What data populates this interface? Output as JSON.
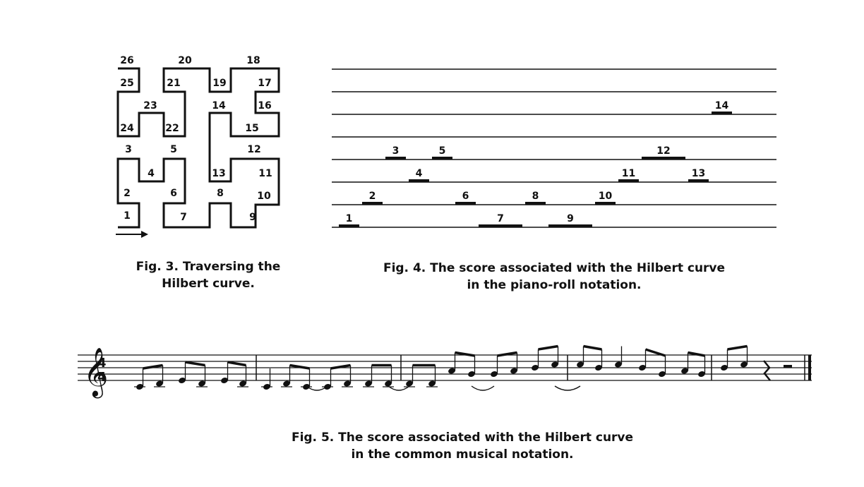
{
  "fig3": {
    "labels": [
      "1",
      "2",
      "3",
      "4",
      "5",
      "6",
      "7",
      "8",
      "9",
      "10",
      "11",
      "12",
      "13",
      "14",
      "15",
      "16",
      "17",
      "18",
      "19",
      "20",
      "21",
      "22",
      "23",
      "24",
      "25",
      "26"
    ],
    "caption": [
      "Fig. 3.  Traversing the",
      "Hilbert curve."
    ]
  },
  "fig4": {
    "notes": [
      {
        "label": "1",
        "start": 0,
        "dur": 1,
        "pitch": 0
      },
      {
        "label": "2",
        "start": 1,
        "dur": 1,
        "pitch": 1
      },
      {
        "label": "3",
        "start": 2,
        "dur": 1,
        "pitch": 3
      },
      {
        "label": "4",
        "start": 3,
        "dur": 1,
        "pitch": 2
      },
      {
        "label": "5",
        "start": 4,
        "dur": 1,
        "pitch": 3
      },
      {
        "label": "6",
        "start": 5,
        "dur": 1,
        "pitch": 1
      },
      {
        "label": "7",
        "start": 6,
        "dur": 2,
        "pitch": 0
      },
      {
        "label": "8",
        "start": 8,
        "dur": 1,
        "pitch": 1
      },
      {
        "label": "9",
        "start": 9,
        "dur": 2,
        "pitch": 0
      },
      {
        "label": "10",
        "start": 11,
        "dur": 1,
        "pitch": 1
      },
      {
        "label": "11",
        "start": 12,
        "dur": 1,
        "pitch": 2
      },
      {
        "label": "12",
        "start": 13,
        "dur": 2,
        "pitch": 3
      },
      {
        "label": "13",
        "start": 15,
        "dur": 1,
        "pitch": 2
      },
      {
        "label": "14",
        "start": 16,
        "dur": 1,
        "pitch": 5
      }
    ],
    "caption": [
      "Fig. 4.  The score associated with the Hilbert curve",
      "in the piano-roll notation."
    ]
  },
  "fig5": {
    "clef": "𝄞",
    "time_signature": "4/4",
    "caption": [
      "Fig. 5.  The score associated with the Hilbert curve",
      "in the common musical notation."
    ]
  }
}
